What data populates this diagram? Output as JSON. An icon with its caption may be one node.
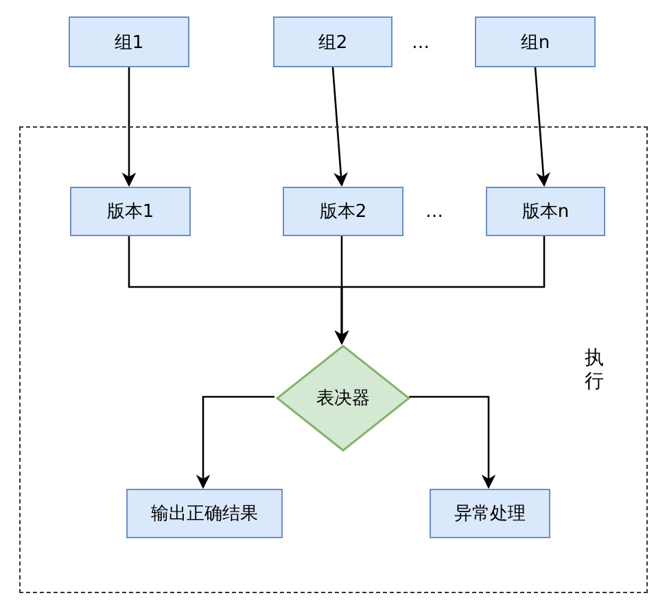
{
  "diagram": {
    "nodes": [
      {
        "text": [
          "执行"
        ]
      },
      {
        "text": [
          "组1"
        ]
      },
      {
        "text": [
          "组2"
        ]
      },
      {
        "text": [
          "组n"
        ]
      },
      {
        "text": [
          "版本1"
        ],
        "in": 0
      },
      {
        "text": [
          "版本2"
        ],
        "in": 0
      },
      {
        "text": [
          "版本n"
        ],
        "in": 0
      },
      {
        "text": [
          "表决器"
        ],
        "in": 0
      },
      {
        "text": [
          "输出正确结果"
        ],
        "in": 0
      },
      {
        "text": [
          "异常处理"
        ],
        "in": 0
      }
    ],
    "edges": [
      {
        "from": 1,
        "to": 4,
        "arrow": "to"
      },
      {
        "from": 2,
        "to": 5,
        "arrow": "to"
      },
      {
        "from": 3,
        "to": 6,
        "arrow": "to"
      },
      {
        "from": 4,
        "to": 7,
        "arrow": "to"
      },
      {
        "from": 5,
        "to": 7,
        "arrow": "to"
      },
      {
        "from": 6,
        "to": 7,
        "arrow": "to"
      },
      {
        "from": 7,
        "to": 8,
        "arrow": "to"
      },
      {
        "from": 7,
        "to": 9,
        "arrow": "to"
      }
    ],
    "labels": [
      "…",
      "…"
    ]
  }
}
